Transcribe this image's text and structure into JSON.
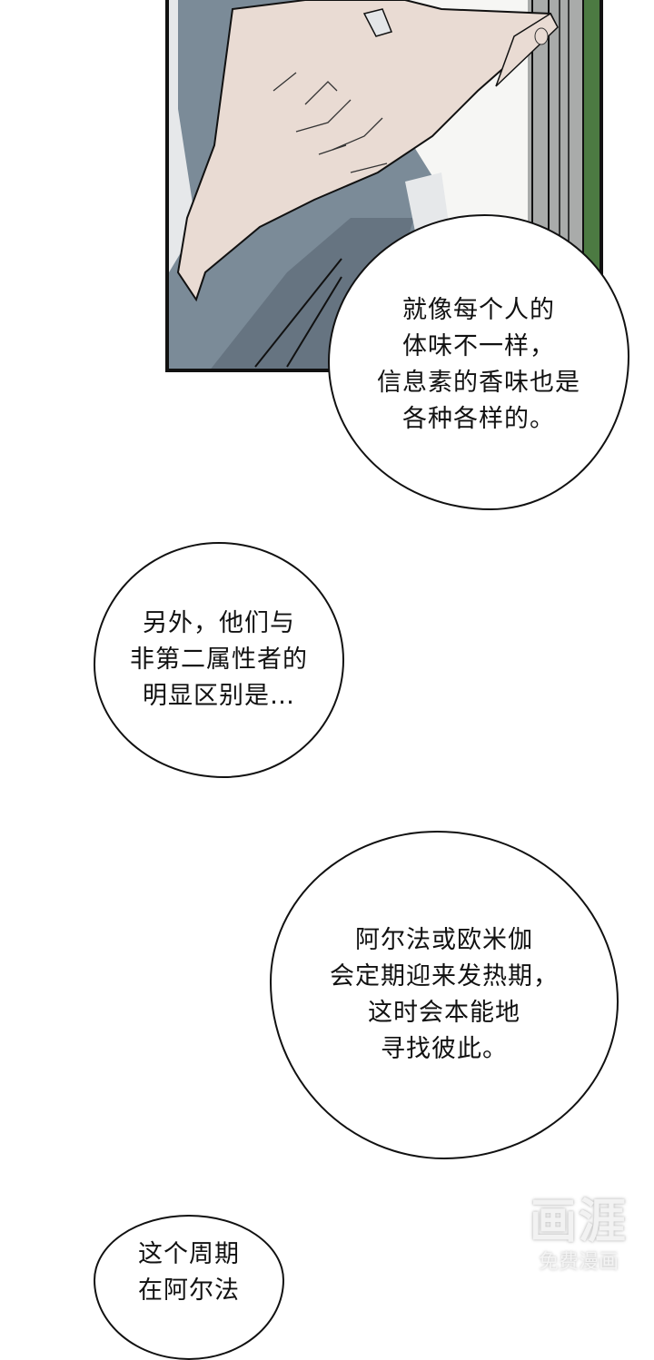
{
  "page": {
    "type": "webtoon-page",
    "background": "#ffffff"
  },
  "panel": {
    "description": "close-up of a hand reaching toward a window frame, grey-blue sleeve",
    "colors": {
      "skin": "#e9dbd3",
      "sleeve": "#7b8b98",
      "sleeve_shadow": "#5e6b77",
      "window_frame": "#a9abaa",
      "window_green": "#4c7a42",
      "shirt": "#e6e8ea",
      "outline": "#111111"
    }
  },
  "bubbles": [
    {
      "id": "bubble-1",
      "lines": [
        "就像每个人的",
        "体味不一样，",
        "信息素的香味也是",
        "各种各样的。"
      ]
    },
    {
      "id": "bubble-2",
      "lines": [
        "另外，他们与",
        "非第二属性者的",
        "明显区别是…"
      ]
    },
    {
      "id": "bubble-3",
      "lines": [
        "阿尔法或欧米伽",
        "会定期迎来发热期，",
        "这时会本能地",
        "寻找彼此。"
      ]
    },
    {
      "id": "bubble-4",
      "lines": [
        "这个周期",
        "在阿尔法"
      ]
    }
  ],
  "bubble_text": {
    "b1": "就像每个人的\n体味不一样，\n信息素的香味也是\n各种各样的。",
    "b2": "另外，他们与\n非第二属性者的\n明显区别是…",
    "b3": "阿尔法或欧米伽\n会定期迎来发热期，\n这时会本能地\n寻找彼此。",
    "b4": "这个周期\n在阿尔法"
  },
  "watermark": {
    "logo": "画涯",
    "subtitle": "免费漫画"
  }
}
